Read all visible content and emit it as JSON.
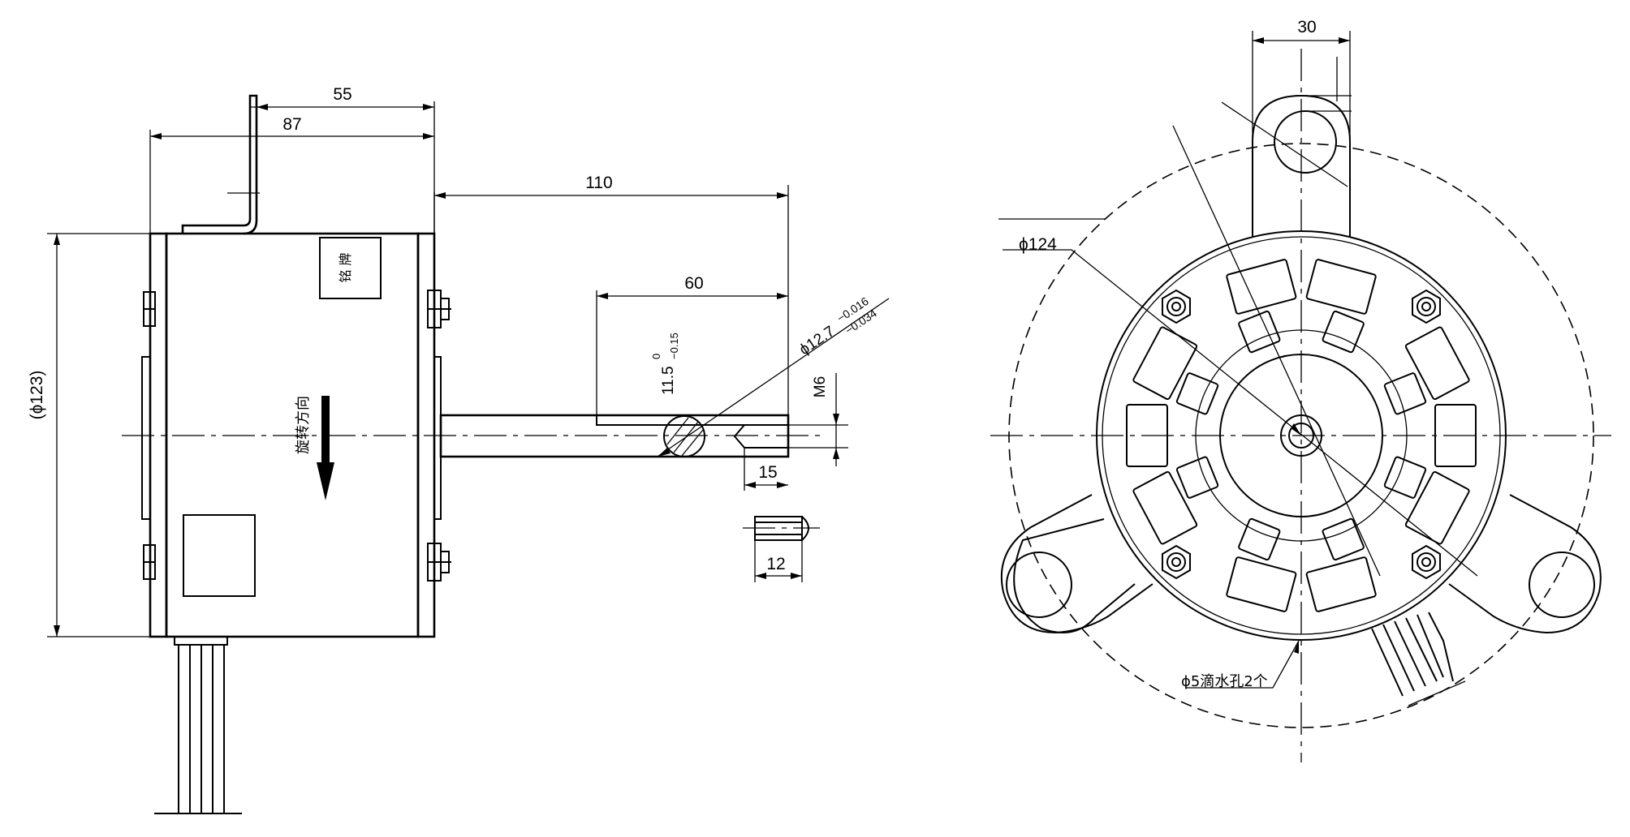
{
  "drawing": {
    "side_view": {
      "dim_bracket_55": "55",
      "dim_bracket_87": "87",
      "dim_shaft_110": "110",
      "dim_shaft_60": "60",
      "dim_body_dia": "(ϕ123)",
      "dim_shaft_dia": "ϕ12.7",
      "shaft_tol_upper": "−0.016",
      "shaft_tol_lower": "−0.034",
      "dim_flat": "11.5",
      "flat_tol_upper": "0",
      "flat_tol_lower": "−0.15",
      "dim_thread": "M6",
      "dim_thread_depth": "15",
      "dim_screw_len": "12",
      "label_box_text": "铭 牌",
      "rotation_text": "旋转方向"
    },
    "front_view": {
      "dim_lug_width": "30",
      "dim_pcd": "ϕ124",
      "drain_note": "ϕ5滴水孔2个"
    }
  }
}
